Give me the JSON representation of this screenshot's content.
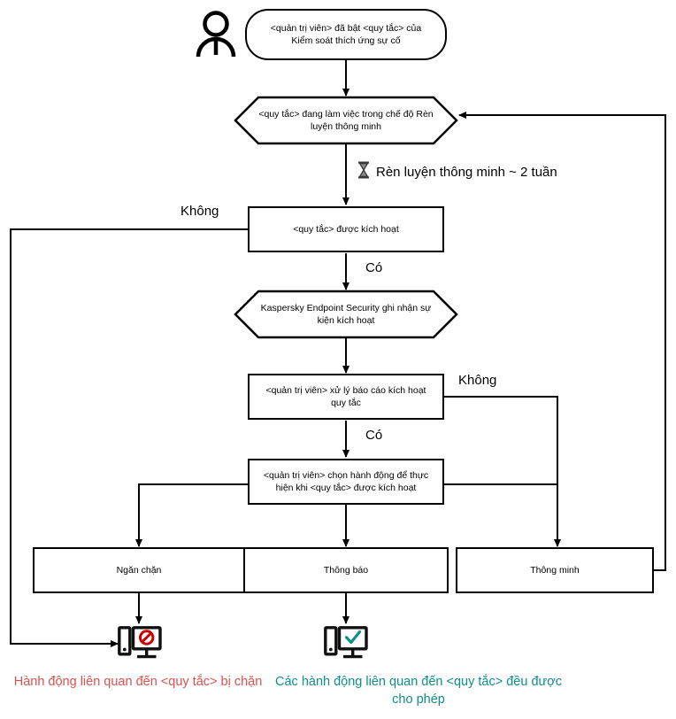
{
  "diagram": {
    "title": "Adaptive Anomaly Control rule workflow",
    "colors": {
      "line": "#000000",
      "blocked_text": "#d9534f",
      "allowed_text": "#0f8f86",
      "block_icon": "#cc0000",
      "allow_icon": "#0f8f86",
      "box_fill": "#ffffff"
    },
    "actor": {
      "icon": "person-icon",
      "name": "administrator"
    },
    "nodes": {
      "start": {
        "shape": "terminator",
        "text": "<quản trị viên> đã bật <quy tắc> của Kiểm soát thích ứng sự cố"
      },
      "smart_training": {
        "shape": "hexagon",
        "text": "<quy tắc> đang làm việc trong chế độ Rèn luyện thông minh"
      },
      "rule_triggered": {
        "shape": "process",
        "text": "<quy tắc> được kích hoạt"
      },
      "event_logged": {
        "shape": "hexagon",
        "text": "Kaspersky Endpoint Security ghi nhận sự kiện kích hoạt"
      },
      "admin_report": {
        "shape": "process",
        "text": "<quản trị viên> xử lý báo cáo kích hoạt quy tắc"
      },
      "admin_choose_action": {
        "shape": "process",
        "text": "<quản trị viên> chọn hành động để thực hiện khi <quy tắc> được kích hoạt"
      },
      "action_block": {
        "shape": "process",
        "text": "Ngăn chặn"
      },
      "action_notify": {
        "shape": "process",
        "text": "Thông báo"
      },
      "action_smart": {
        "shape": "process",
        "text": "Thông minh"
      }
    },
    "edge_labels": {
      "training_duration": "Rèn luyện thông minh ~ 2 tuần",
      "timer_icon": "hourglass-icon",
      "triggered_no": "Không",
      "triggered_yes": "Có",
      "report_no": "Không",
      "report_yes": "Có"
    },
    "outcomes": {
      "blocked": {
        "icon": "monitor-blocked-icon",
        "caption": "Hành động liên quan đến <quy tắc> bị chặn"
      },
      "allowed": {
        "icon": "monitor-allowed-icon",
        "caption": "Các hành động liên quan đến <quy tắc> đều được cho phép"
      }
    }
  }
}
